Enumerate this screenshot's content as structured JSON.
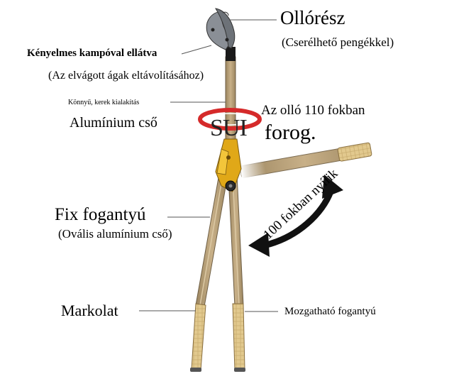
{
  "labels": {
    "ollo_resz": "Ollórész",
    "cserelheto": "(Cserélhető pengékkel)",
    "kenyelmes": "Kényelmes kampóval ellátva",
    "elvagott": "(Az elvágott ágak eltávolításához)",
    "konnyu": "Könnyű, kerek kialakítás",
    "aluminium_cso": "Alumínium cső",
    "az_ollo": "Az olló 110 fokban",
    "forog": "forog.",
    "sui": "SUI",
    "fix_fogantyu": "Fix fogantyú",
    "ovalis": "(Ovális alumínium cső)",
    "nyilik": "100 fokban nyílik",
    "markolat": "Markolat",
    "mozgathato": "Mozgatható fogantyú"
  },
  "colors": {
    "tube": "#b8a078",
    "grip": "#e2c98e",
    "joint": "#e0a818",
    "rotation_ring": "#d52a2a",
    "blade": "#8a8f96",
    "arrow": "#111111"
  }
}
